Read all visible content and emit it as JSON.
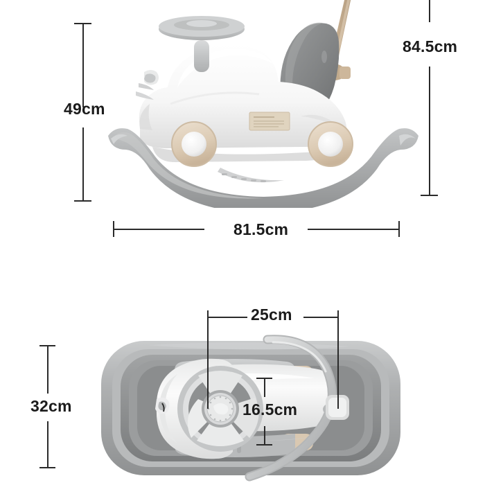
{
  "page": {
    "background_color": "#ffffff",
    "line_color": "#2a2a2a",
    "text_color": "#1b1b1b",
    "product": "baby ride-on rocking car dimension diagram"
  },
  "views": {
    "side_view": {
      "name": "side-view",
      "description": "side elevation of white ride-on car on gray curved rocker base with push handle"
    },
    "top_view": {
      "name": "top-view",
      "description": "top-down view of ride-on car seated inside gray rocker base frame"
    }
  },
  "dimensions": {
    "side_height": {
      "label": "49cm",
      "value": 49,
      "unit": "cm",
      "orientation": "vertical"
    },
    "total_height": {
      "label": "84.5cm",
      "value": 84.5,
      "unit": "cm",
      "orientation": "vertical"
    },
    "length": {
      "label": "81.5cm",
      "value": 81.5,
      "unit": "cm",
      "orientation": "horizontal"
    },
    "top_width": {
      "label": "32cm",
      "value": 32,
      "unit": "cm",
      "orientation": "vertical"
    },
    "seat_span": {
      "label": "25cm",
      "value": 25,
      "unit": "cm",
      "orientation": "horizontal"
    },
    "seat_width": {
      "label": "16.5cm",
      "value": 16.5,
      "unit": "cm",
      "orientation": "vertical"
    }
  },
  "colors": {
    "body_white": "#f7f7f7",
    "rocker_gray": "#a7a9aa",
    "seat_gray": "#8a8c8d",
    "wheel_beige": "#ddcdb8",
    "handle_beige": "#cbb79e",
    "hub_white": "#f2f2f2"
  },
  "decor": {
    "spec_label": {
      "name": "product-spec-label",
      "text": ""
    }
  }
}
